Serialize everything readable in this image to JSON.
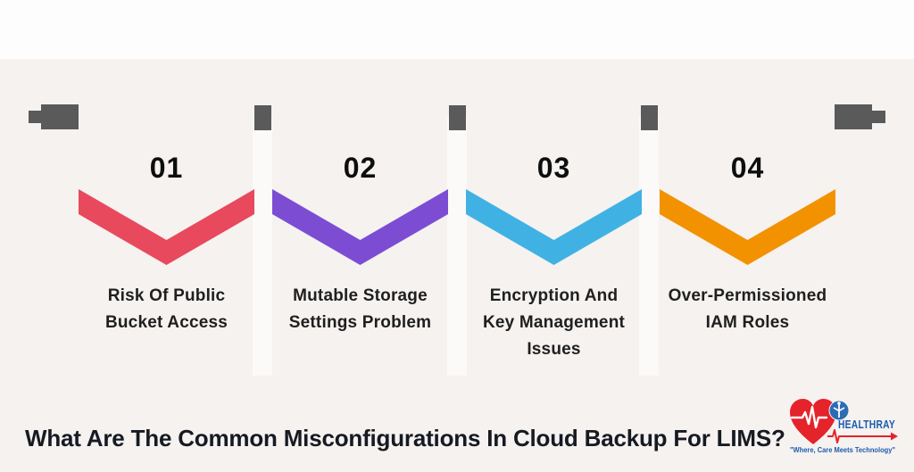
{
  "colors": {
    "background": "#f5f2f0",
    "top_band": "#fdfdfd",
    "pin": "#5a5a5a",
    "number_text": "#0e0e0e",
    "label_text": "#1f1f1f",
    "title_text": "#161a22",
    "logo_blue": "#1d5cad",
    "logo_red": "#e4232b"
  },
  "steps": [
    {
      "number": "01",
      "chevron_color": "#e8495d",
      "label_lines": [
        "Risk Of Public",
        "Bucket Access"
      ]
    },
    {
      "number": "02",
      "chevron_color": "#7c4dd3",
      "label_lines": [
        "Mutable Storage",
        "Settings Problem"
      ]
    },
    {
      "number": "03",
      "chevron_color": "#3fb2e3",
      "label_lines": [
        "Encryption And",
        "Key Management",
        "Issues"
      ]
    },
    {
      "number": "04",
      "chevron_color": "#f39200",
      "label_lines": [
        "Over-Permissioned",
        "IAM Roles"
      ]
    }
  ],
  "title": "What Are The Common Misconfigurations In Cloud Backup For LIMS?",
  "logo": {
    "brand": "HEALTHRAY",
    "tagline": "\"Where, Care Meets Technology\""
  }
}
